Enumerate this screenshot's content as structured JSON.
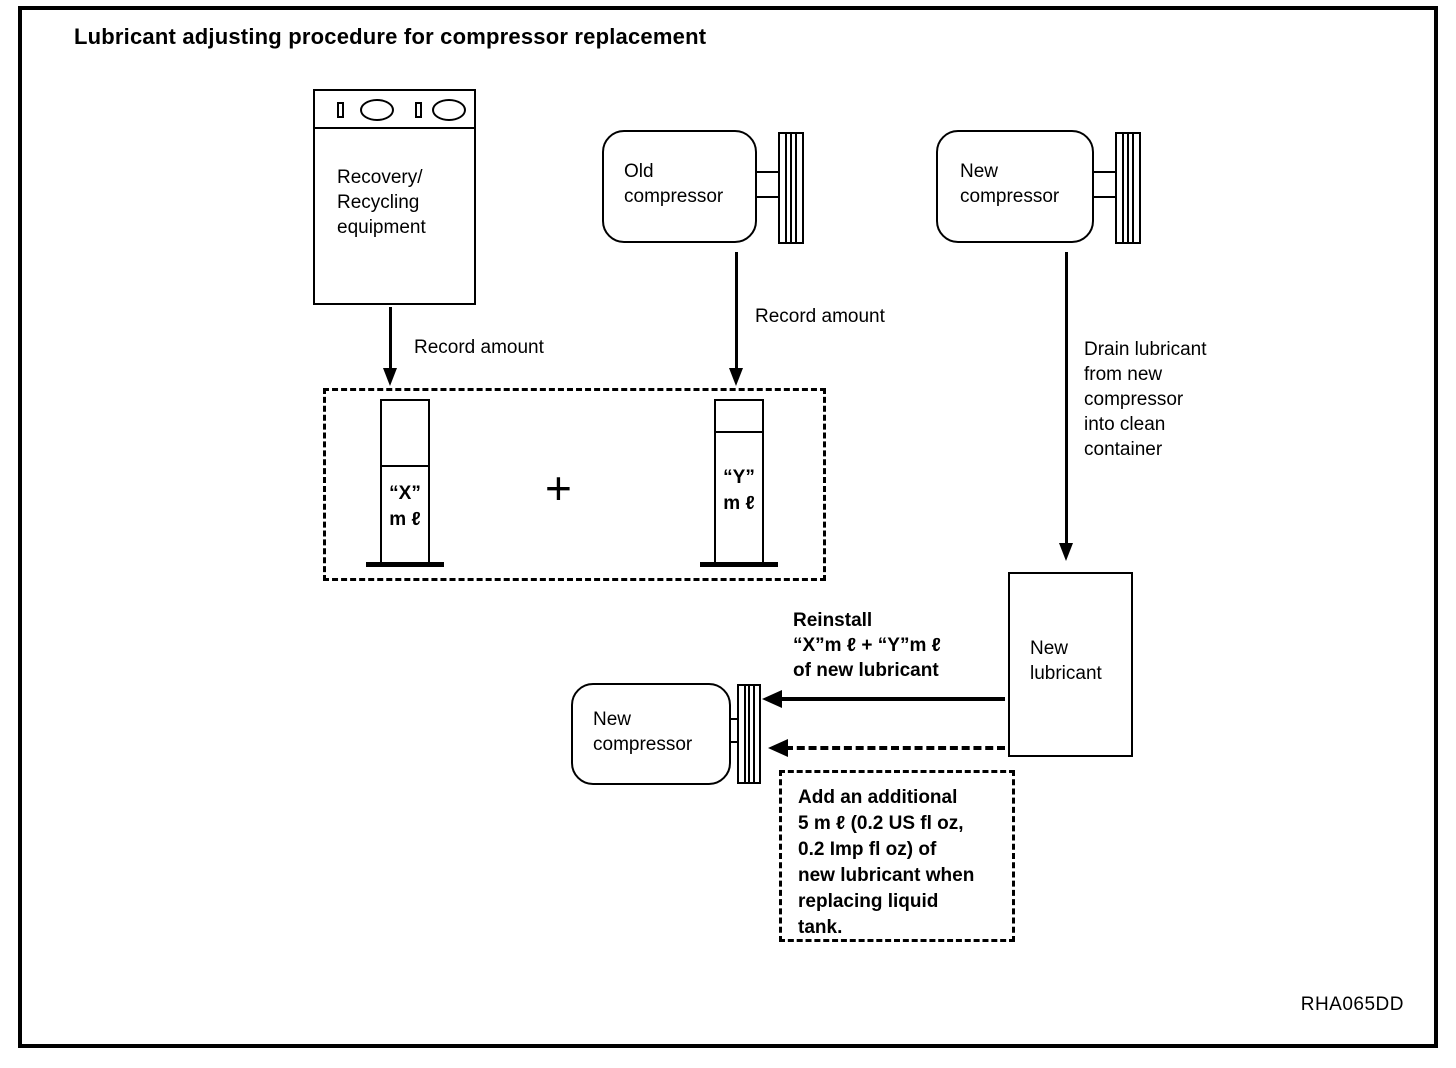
{
  "figure": {
    "title": "Lubricant adjusting procedure for compressor replacement",
    "code": "RHA065DD"
  },
  "nodes": {
    "recovery_equipment": {
      "label": "Recovery/\nRecycling\nequipment"
    },
    "old_compressor": {
      "label": "Old\ncompressor"
    },
    "new_compressor_top": {
      "label": "New\ncompressor"
    },
    "new_compressor_bottom": {
      "label": "New\ncompressor"
    },
    "new_lubricant": {
      "label": "New\nlubricant"
    }
  },
  "cylinders": [
    {
      "name": "cylinder-x",
      "label": "“X”\nm ℓ"
    },
    {
      "name": "cylinder-y",
      "label": "“Y”\nm ℓ"
    }
  ],
  "operators": {
    "plus": "+"
  },
  "callouts": {
    "record_amount_left": "Record amount",
    "record_amount_right": "Record amount",
    "drain_lubricant": "Drain lubricant\nfrom new\ncompressor\ninto clean\ncontainer",
    "reinstall": "Reinstall\n“X”m ℓ  +  “Y”m ℓ\nof new lubricant",
    "note": "Add an additional\n5 m ℓ (0.2 US fl oz,\n0.2 Imp fl oz) of\nnew lubricant when\nreplacing liquid\ntank."
  },
  "colors": {
    "ink": "#000000",
    "paper": "#ffffff"
  }
}
